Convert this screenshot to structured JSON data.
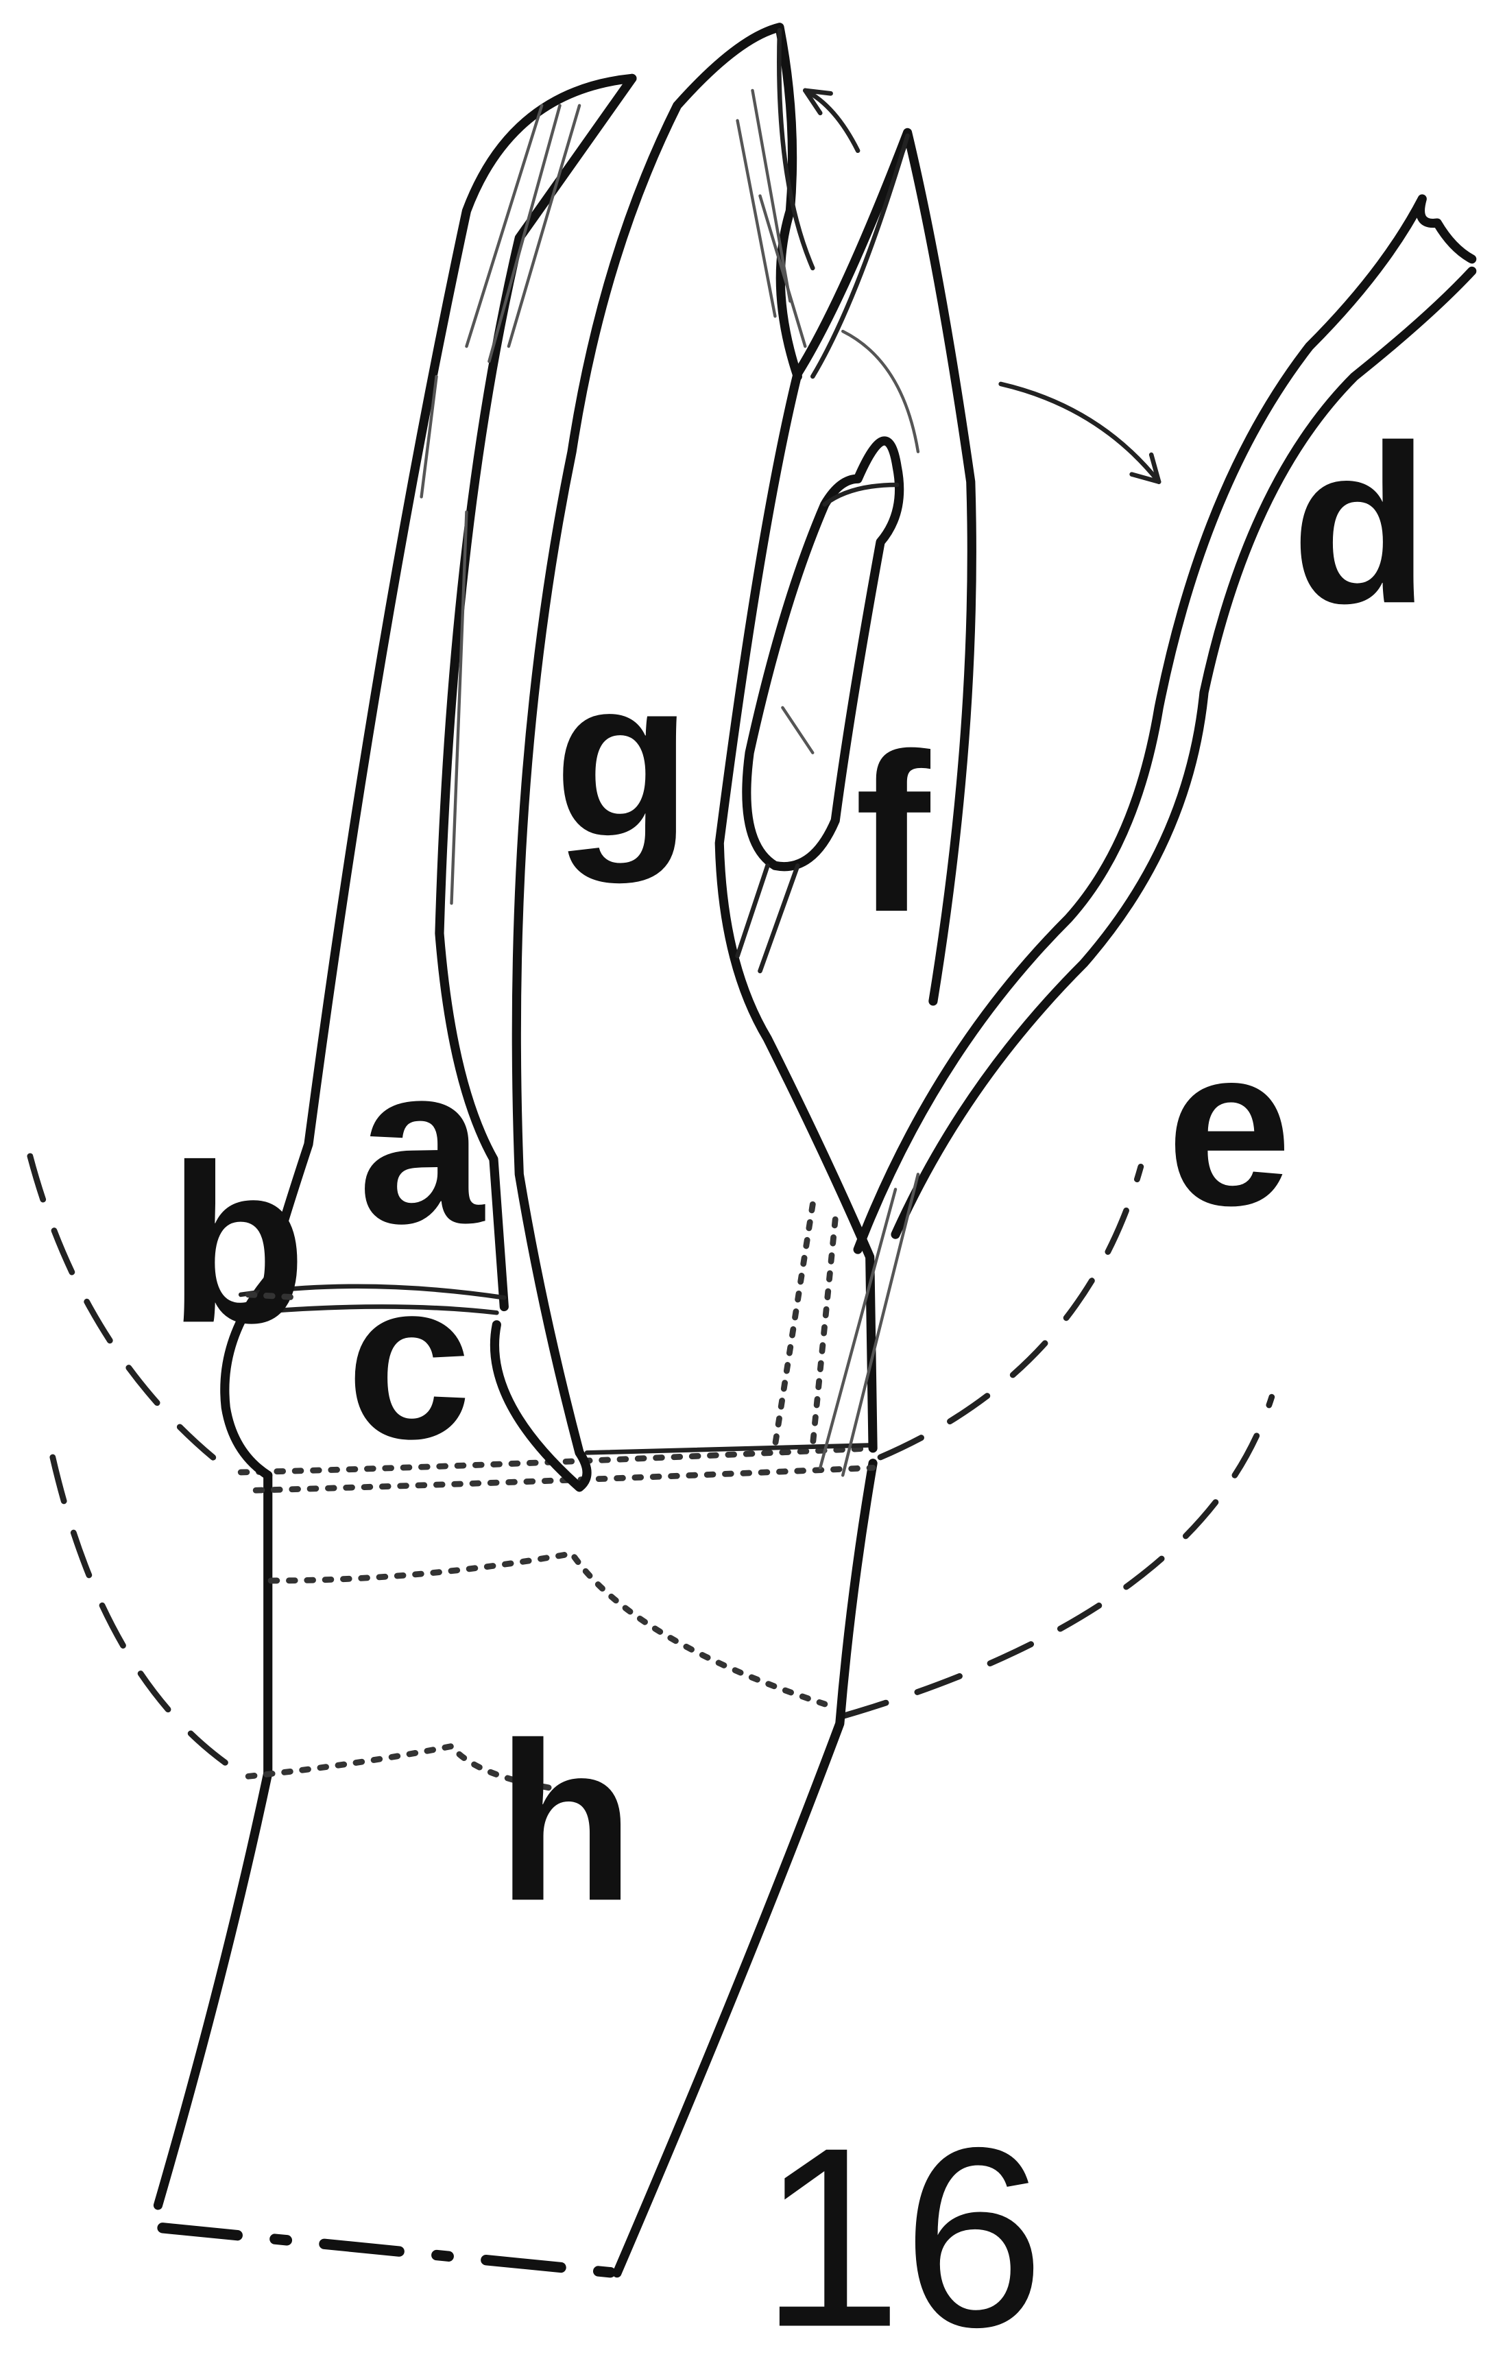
{
  "figure": {
    "number": "16",
    "labels": {
      "a": "a",
      "b": "b",
      "c": "c",
      "d": "d",
      "e": "e",
      "f": "f",
      "g": "g",
      "h": "h"
    },
    "ink_color": "#111111",
    "background_color": "#ffffff"
  }
}
